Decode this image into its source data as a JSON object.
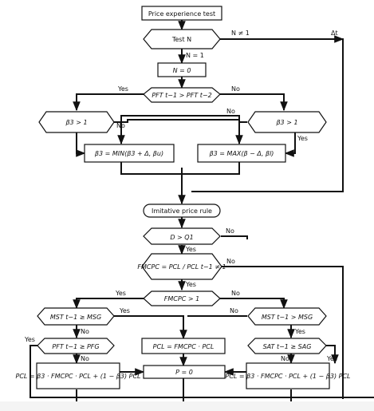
{
  "diagram": {
    "nodes": {
      "title": "Price experience test",
      "test_n": "Test N",
      "n_eq_1": "N = 1",
      "n_ne_1": "N ≠ 1",
      "n_set_0": "N = 0",
      "delta_t": "Δt",
      "pft_compare": "PFT t−1 > PFT t−2",
      "beta_gt1_left": "β3 > 1",
      "beta_gt1_right": "β3 > 1",
      "beta_min": "β3 = MIN(β3 + Δ, βu)",
      "beta_max": "β3 = MAX(β − Δ, βl)",
      "imitative": "Imitative price rule",
      "d_gt_q": "D > Q1",
      "fmcpc_ratio": "FMCPC = PCL / PCL t−1 ≠ 1",
      "fmcpc_gt1": "FMCPC > 1",
      "mst_ge_msg": "MST t−1 ≥ MSG",
      "mst_gt_msg": "MST t−1 > MSG",
      "pft_ge_pfg": "PFT t−1 ≥ PFG",
      "pcl_fmcpc": "PCL = FMCPC · PCL",
      "sat_ge_sag": "SAT t−1 ≥ SAG",
      "pcl_left": "PCL = β3 · FMCPC · PCL + (1 − β3) PCL",
      "p_set_0": "P = 0",
      "pcl_right": "PCL = β3 · FMCPC · PCL + (1 − β3) PCL"
    },
    "labels": {
      "yes": "Yes",
      "no": "No"
    },
    "colors": {
      "line": "#111111",
      "box_fill": "#ffffff",
      "background": "#ffffff"
    }
  }
}
